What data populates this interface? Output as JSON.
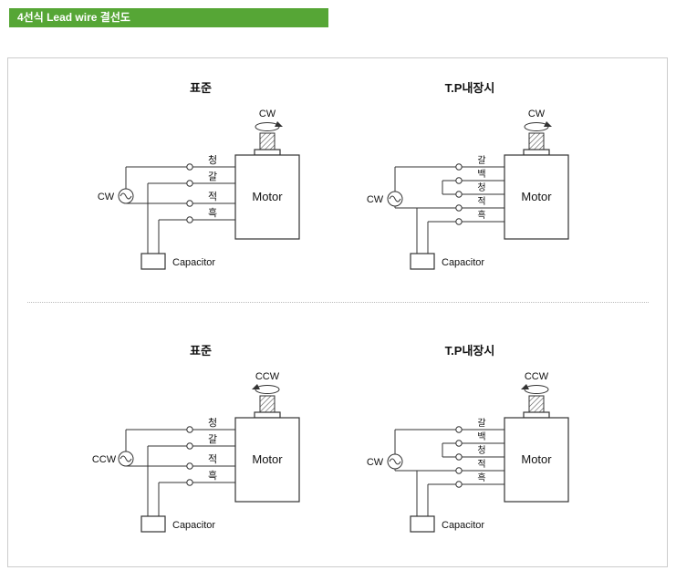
{
  "header": {
    "title": "4선식 Lead wire 결선도"
  },
  "labels": {
    "motor": "Motor",
    "capacitor": "Capacitor"
  },
  "diagrams": [
    {
      "title": "표준",
      "rotation_label": "CW",
      "source_label": "CW",
      "wires": [
        "청",
        "갈",
        "적",
        "흑"
      ]
    },
    {
      "title": "T.P내장시",
      "rotation_label": "CW",
      "source_label": "CW",
      "wires": [
        "갈",
        "백",
        "청",
        "적",
        "흑"
      ]
    },
    {
      "title": "표준",
      "rotation_label": "CCW",
      "source_label": "CCW",
      "wires": [
        "청",
        "갈",
        "적",
        "흑"
      ]
    },
    {
      "title": "T.P내장시",
      "rotation_label": "CCW",
      "source_label": "CW",
      "wires": [
        "갈",
        "백",
        "청",
        "적",
        "흑"
      ]
    }
  ]
}
